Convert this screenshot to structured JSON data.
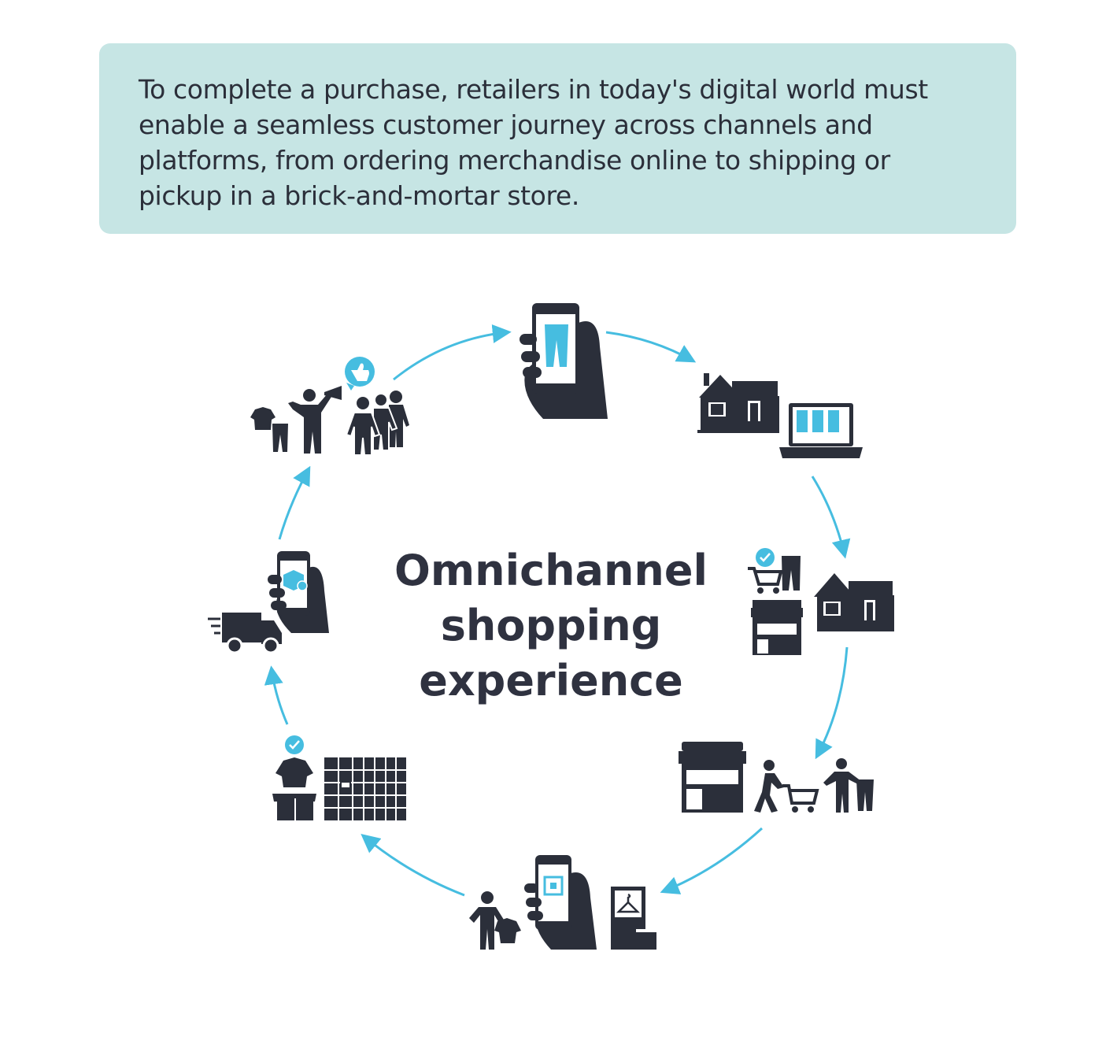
{
  "intro": {
    "text": "To complete a purchase, retailers in today's digital world must enable a seamless customer journey across channels and platforms, from ordering merchandise online to shipping or pickup in a brick-and-mortar store."
  },
  "center": {
    "line1": "Omnichannel",
    "line2": "shopping",
    "line3": "experience"
  },
  "colors": {
    "panel": "#c6e5e4",
    "ink": "#2b2f3a",
    "accent": "#46bde0"
  },
  "stages": [
    {
      "icon": "smartphone-browse-jeans-icon"
    },
    {
      "icon": "home-laptop-shopping-icon"
    },
    {
      "icon": "cart-store-home-fulfillment-icon"
    },
    {
      "icon": "store-visit-shoppers-icon"
    },
    {
      "icon": "scan-code-fitting-room-icon"
    },
    {
      "icon": "pickup-locker-icon"
    },
    {
      "icon": "delivery-tracking-icon"
    },
    {
      "icon": "social-sharing-advocacy-icon"
    }
  ]
}
